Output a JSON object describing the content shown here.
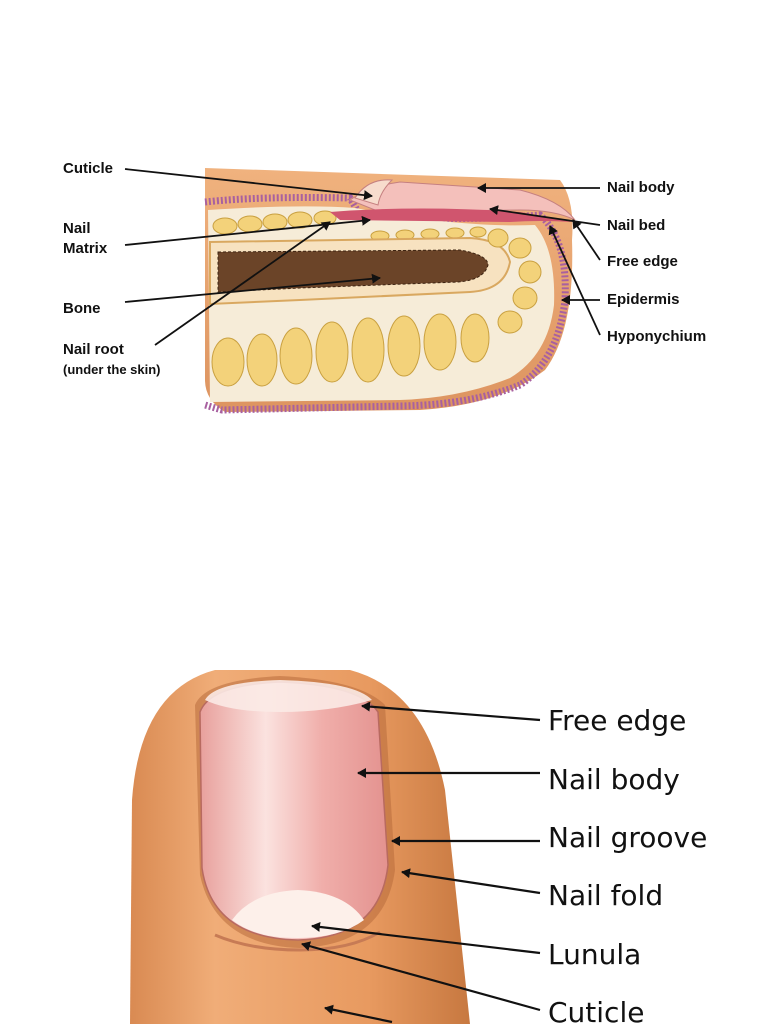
{
  "cross_section": {
    "labels": {
      "cuticle": "Cuticle",
      "nail_matrix_1": "Nail",
      "nail_matrix_2": "Matrix",
      "bone": "Bone",
      "nail_root": "Nail root",
      "nail_root_note": "(under the skin)",
      "nail_body": "Nail body",
      "nail_bed": "Nail bed",
      "free_edge": "Free edge",
      "epidermis": "Epidermis",
      "hyponychium": "Hyponychium"
    }
  },
  "top_view": {
    "labels": {
      "free_edge": "Free edge",
      "nail_body": "Nail body",
      "nail_groove": "Nail groove",
      "nail_fold": "Nail fold",
      "lunula": "Lunula",
      "cuticle": "Cuticle"
    }
  },
  "colors": {
    "skin": "#e8a06a",
    "skin_dark": "#c97a45",
    "epidermis": "#b070a8",
    "nail": "#f2b6b3",
    "bone_fat": "#f3d27a",
    "bone_marrow": "#5a3a22"
  }
}
